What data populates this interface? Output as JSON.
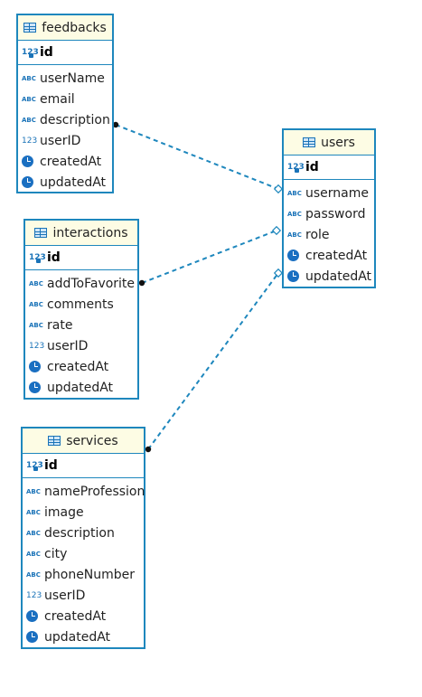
{
  "diagram": {
    "entities": [
      {
        "id": "feedbacks",
        "name": "feedbacks",
        "pk": {
          "name": "id",
          "type": "number-key",
          "icon_label": "123"
        },
        "columns": [
          {
            "name": "userName",
            "type": "string",
            "icon_label": "ABC"
          },
          {
            "name": "email",
            "type": "string",
            "icon_label": "ABC"
          },
          {
            "name": "description",
            "type": "string",
            "icon_label": "ABC"
          },
          {
            "name": "userID",
            "type": "number",
            "icon_label": "123"
          },
          {
            "name": "createdAt",
            "type": "datetime",
            "icon_label": ""
          },
          {
            "name": "updatedAt",
            "type": "datetime",
            "icon_label": ""
          }
        ]
      },
      {
        "id": "users",
        "name": "users",
        "pk": {
          "name": "id",
          "type": "number-key",
          "icon_label": "123"
        },
        "columns": [
          {
            "name": "username",
            "type": "string",
            "icon_label": "ABC"
          },
          {
            "name": "password",
            "type": "string",
            "icon_label": "ABC"
          },
          {
            "name": "role",
            "type": "string",
            "icon_label": "ABC"
          },
          {
            "name": "createdAt",
            "type": "datetime",
            "icon_label": ""
          },
          {
            "name": "updatedAt",
            "type": "datetime",
            "icon_label": ""
          }
        ]
      },
      {
        "id": "interactions",
        "name": "interactions",
        "pk": {
          "name": "id",
          "type": "number-key",
          "icon_label": "123"
        },
        "columns": [
          {
            "name": "addToFavorite",
            "type": "string",
            "icon_label": "ABC"
          },
          {
            "name": "comments",
            "type": "string",
            "icon_label": "ABC"
          },
          {
            "name": "rate",
            "type": "string",
            "icon_label": "ABC"
          },
          {
            "name": "userID",
            "type": "number",
            "icon_label": "123"
          },
          {
            "name": "createdAt",
            "type": "datetime",
            "icon_label": ""
          },
          {
            "name": "updatedAt",
            "type": "datetime",
            "icon_label": ""
          }
        ]
      },
      {
        "id": "services",
        "name": "services",
        "pk": {
          "name": "id",
          "type": "number-key",
          "icon_label": "123"
        },
        "columns": [
          {
            "name": "nameProfession",
            "type": "string",
            "icon_label": "ABC"
          },
          {
            "name": "image",
            "type": "string",
            "icon_label": "ABC"
          },
          {
            "name": "description",
            "type": "string",
            "icon_label": "ABC"
          },
          {
            "name": "city",
            "type": "string",
            "icon_label": "ABC"
          },
          {
            "name": "phoneNumber",
            "type": "string",
            "icon_label": "ABC"
          },
          {
            "name": "userID",
            "type": "number",
            "icon_label": "123"
          },
          {
            "name": "createdAt",
            "type": "datetime",
            "icon_label": ""
          },
          {
            "name": "updatedAt",
            "type": "datetime",
            "icon_label": ""
          }
        ]
      }
    ],
    "relationships": [
      {
        "from": "feedbacks",
        "to": "users",
        "many_end": "feedbacks",
        "one_end": "users"
      },
      {
        "from": "interactions",
        "to": "users",
        "many_end": "interactions",
        "one_end": "users"
      },
      {
        "from": "services",
        "to": "users",
        "many_end": "services",
        "one_end": "users"
      }
    ],
    "colors": {
      "border": "#1e87bd",
      "header_bg": "#fdfce4",
      "link": "#1e87bd",
      "icon": "#1a73b8",
      "clock": "#1a6fc1"
    }
  }
}
